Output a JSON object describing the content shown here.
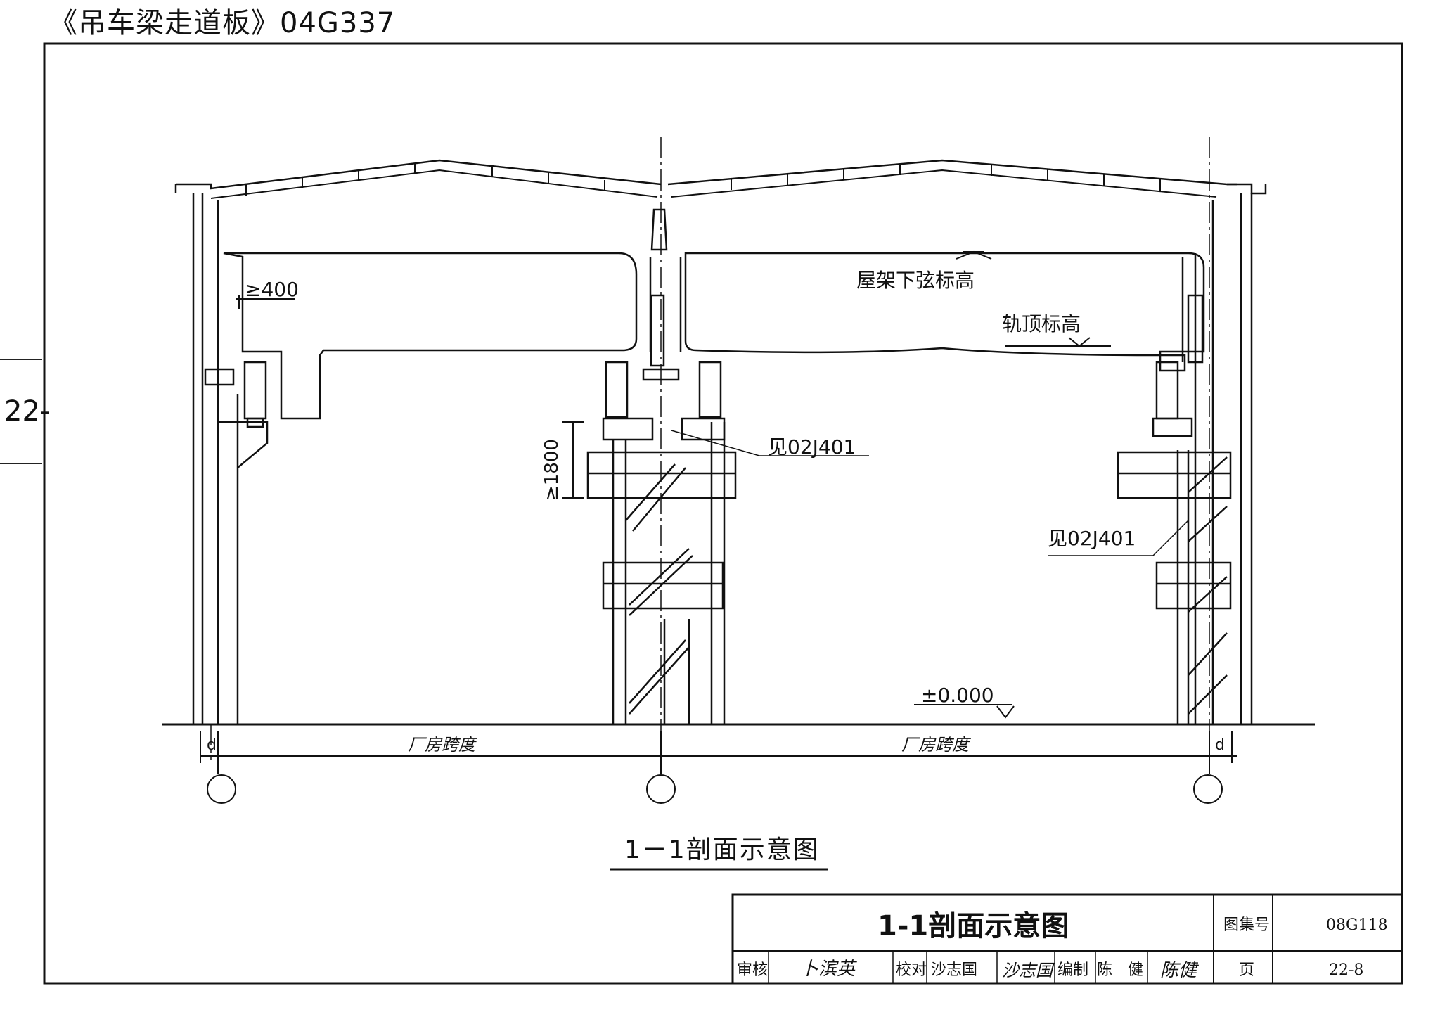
{
  "header": {
    "title": "《吊车梁走道板》04G337"
  },
  "side_tab": {
    "label": "22-"
  },
  "drawing": {
    "labels": {
      "min_clearance_top": "≥400",
      "truss_bottom_elevation": "屋架下弦标高",
      "rail_top_elevation": "轨顶标高",
      "min_height_landing": "≥1800",
      "ref_detail_left": "见02J401",
      "ref_detail_right": "见02J401",
      "ground_level": "±0.000",
      "span_left": "厂房跨度",
      "span_right": "厂房跨度",
      "offset_left": "d",
      "offset_right": "d"
    },
    "caption": "1－1剖面示意图"
  },
  "title_block": {
    "drawing_title": "1-1剖面示意图",
    "atlas_no_label": "图集号",
    "atlas_no_value": "08G118",
    "page_label": "页",
    "page_value": "22-8",
    "review_label": "审核",
    "review_name": "卜滨英",
    "check_label": "校对",
    "check_name": "沙志国",
    "check_signature": "沙志国",
    "compile_label": "编制",
    "compile_name": "陈　健",
    "compile_signature": "陈健"
  }
}
